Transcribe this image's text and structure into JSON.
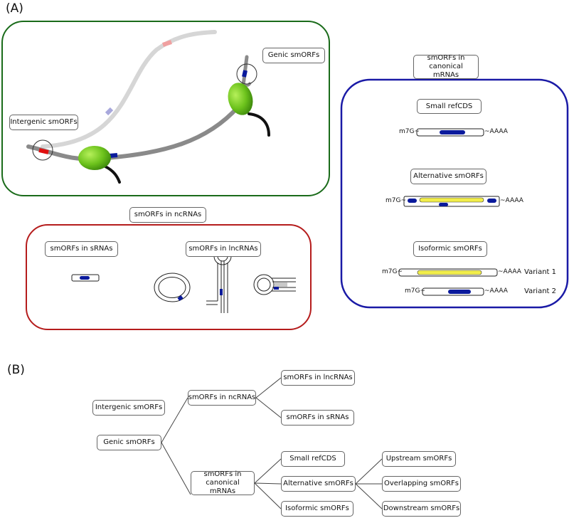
{
  "panels": {
    "a": "(A)",
    "b": "(B)"
  },
  "panel_a": {
    "intergenic": "Intergenic smORFs",
    "genic": "Genic smORFs",
    "canonical_title": "smORFs in canonical mRNAs",
    "small_refcds": "Small refCDS",
    "alternative": "Alternative smORFs",
    "isoformic": "Isoformic smORFs",
    "ncrna_title": "smORFs in ncRNAs",
    "srnas": "smORFs in sRNAs",
    "lncrnas": "smORFs in lncRNAs",
    "cap": "m7G~",
    "tail": "~AAAA",
    "variant1": "Variant 1",
    "variant2": "Variant 2"
  },
  "panel_b": {
    "intergenic": "Intergenic smORFs",
    "genic": "Genic smORFs",
    "ncrnas": "smORFs in ncRNAs",
    "canonical": "smORFs in canonical mRNAs",
    "lncrnas": "smORFs in lncRNAs",
    "srnas": "smORFs in sRNAs",
    "small_refcds": "Small refCDS",
    "alternative": "Alternative smORFs",
    "isoformic": "Isoformic smORFs",
    "upstream": "Upstream smORFs",
    "overlapping": "Overlapping smORFs",
    "downstream": "Downstream smORFs"
  },
  "colors": {
    "green_frame": "#1a6b1a",
    "blue_frame": "#1a1aa6",
    "red_frame": "#b51c1c",
    "orf_blue": "#0a1a9c",
    "orf_red": "#e01010",
    "orf_yellow": "#f2ee4a",
    "ribosome": "#6cc21c"
  }
}
